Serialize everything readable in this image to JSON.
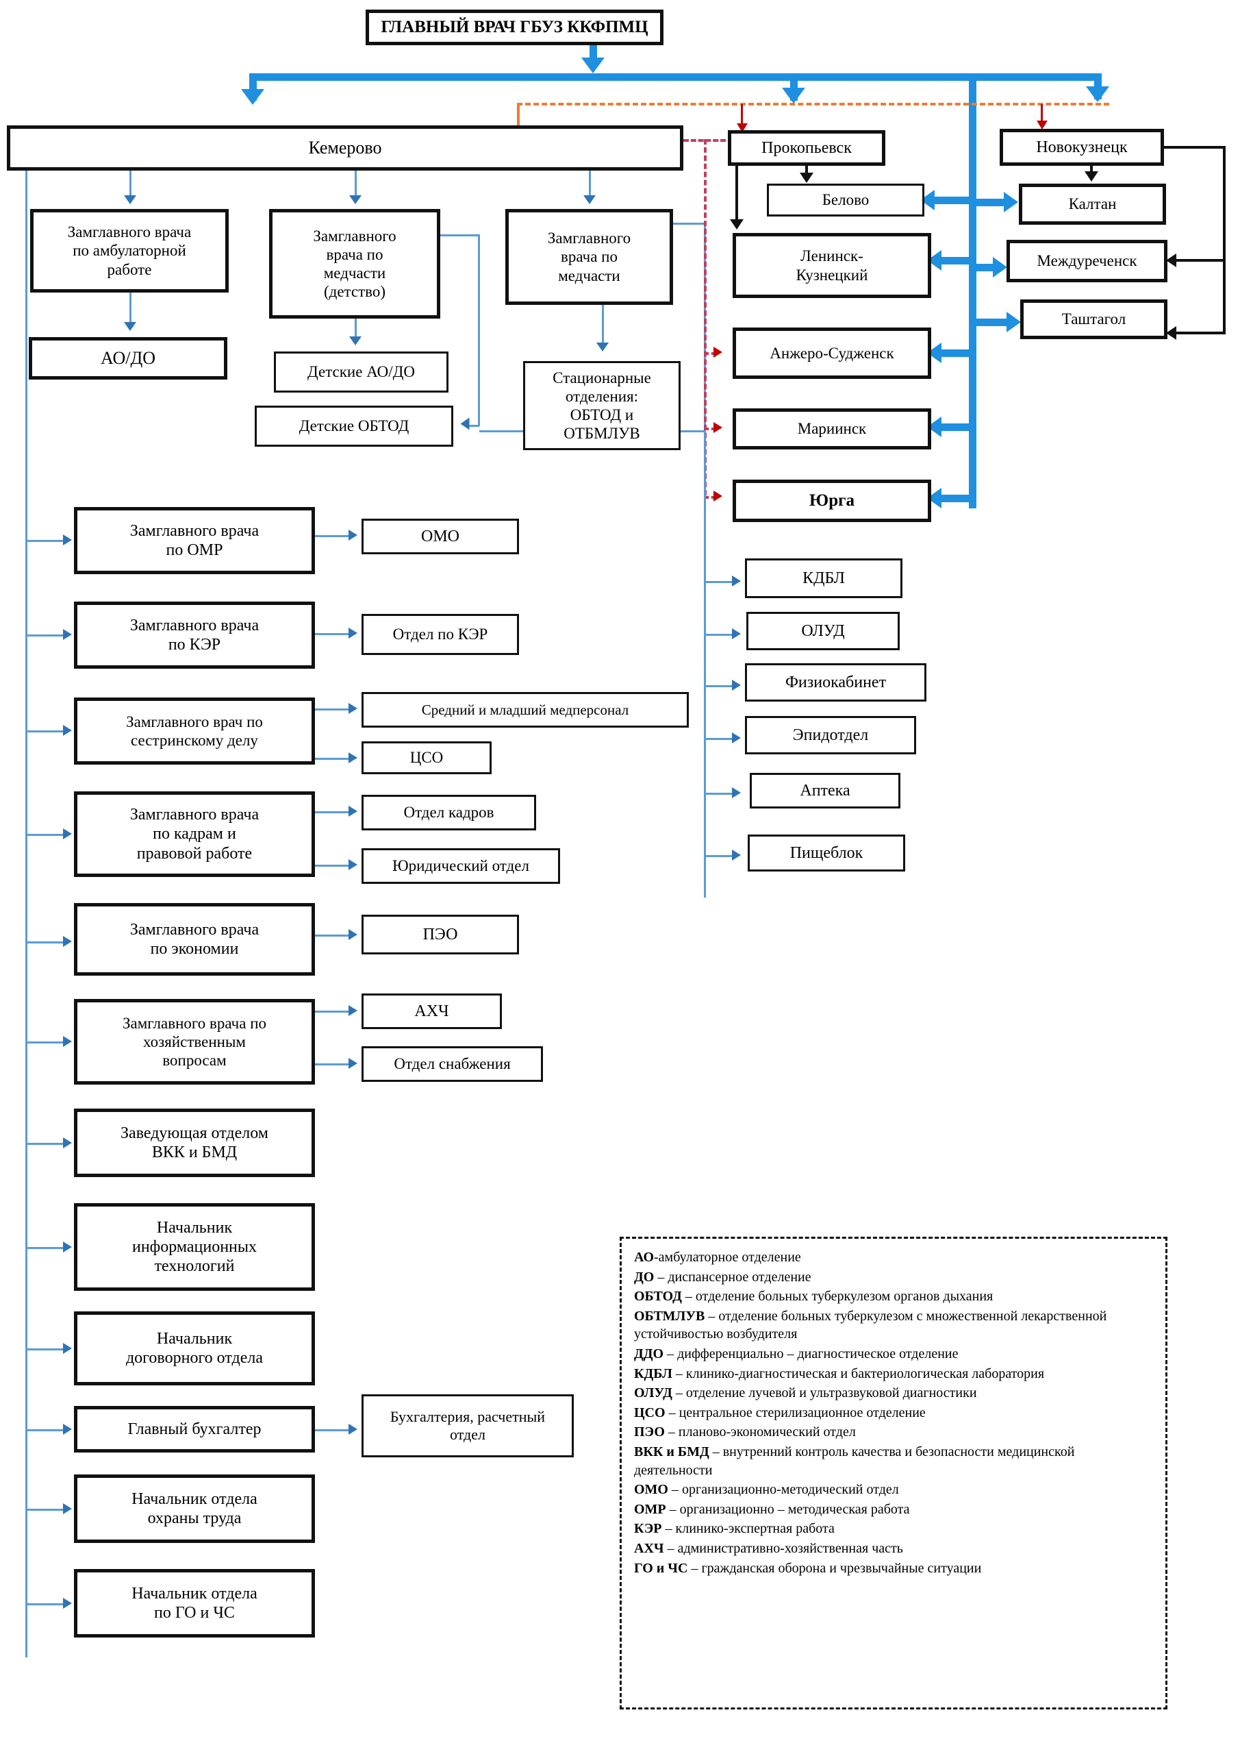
{
  "title_box": {
    "label": "ГЛАВНЫЙ ВРАЧ ГБУЗ ККФПМЦ"
  },
  "regions": {
    "kemerovo": "Кемерово",
    "prokopyevsk": "Прокопьевск",
    "novokuznetsk": "Новокузнецк"
  },
  "kemerovo_deputies": [
    {
      "label": "Замглавного врача\nпо амбулаторной\nработе"
    },
    {
      "label": "Замглавного\nврача по\nмедчасти\n(детство)"
    },
    {
      "label": "Замглавного\nврача по\nмедчасти"
    }
  ],
  "kemerovo_units": [
    {
      "label": "АО/ДО"
    },
    {
      "label": "Детские АО/ДО"
    },
    {
      "label": "Детские ОБТОД"
    },
    {
      "label": "Стационарные\nотделения:\nОБТОД и\nОТБМЛУВ"
    }
  ],
  "branch_cities_left": [
    {
      "label": "Белово"
    },
    {
      "label": "Ленинск-\nКузнецкий"
    },
    {
      "label": "Анжеро-Судженск"
    },
    {
      "label": "Мариинск"
    },
    {
      "label": "Юрга"
    }
  ],
  "branch_cities_right": [
    {
      "label": "Калтан"
    },
    {
      "label": "Междуреченск"
    },
    {
      "label": "Таштагол"
    }
  ],
  "deputy_column": [
    {
      "label": "Замглавного врача\nпо ОМР",
      "children": [
        "ОМО"
      ]
    },
    {
      "label": "Замглавного врача\nпо КЭР",
      "children": [
        "Отдел по КЭР"
      ]
    },
    {
      "label": "Замглавного врач по\nсестринскому делу",
      "children": [
        "Средний и младший медперсонал",
        "ЦСО"
      ]
    },
    {
      "label": "Замглавного врача\nпо кадрам и\nправовой работе",
      "children": [
        "Отдел кадров",
        "Юридический отдел"
      ]
    },
    {
      "label": "Замглавного врача\nпо экономии",
      "children": [
        "ПЭО"
      ]
    },
    {
      "label": "Замглавного врача по\nхозяйственным\nвопросам",
      "children": [
        "АХЧ",
        "Отдел снабжения"
      ]
    },
    {
      "label": "Заведующая отделом\nВКК и БМД",
      "children": []
    },
    {
      "label": "Начальник\nинформационных\nтехнологий",
      "children": []
    },
    {
      "label": "Начальник\nдоговорного отдела",
      "children": []
    },
    {
      "label": "Главный бухгалтер",
      "children": [
        "Бухгалтерия, расчетный\nотдел"
      ]
    },
    {
      "label": "Начальник отдела\nохраны труда",
      "children": []
    },
    {
      "label": "Начальник отдела\nпо ГО и ЧС",
      "children": []
    }
  ],
  "medical_services": [
    {
      "label": "КДБЛ"
    },
    {
      "label": "ОЛУД"
    },
    {
      "label": "Физиокабинет"
    },
    {
      "label": "Эпидотдел"
    },
    {
      "label": "Аптека"
    },
    {
      "label": "Пищеблок"
    }
  ],
  "legend": {
    "items": [
      {
        "abbr": "АО",
        "sep": "-",
        "text": "амбулаторное отделение"
      },
      {
        "abbr": "ДО",
        "sep": " – ",
        "text": "диспансерное отделение"
      },
      {
        "abbr": "ОБТОД",
        "sep": " – ",
        "text": "отделение больных туберкулезом органов дыхания"
      },
      {
        "abbr": "ОБТМЛУВ",
        "sep": " – ",
        "text": "отделение больных туберкулезом с множественной лекарственной устойчивостью возбудителя"
      },
      {
        "abbr": "ДДО",
        "sep": " – ",
        "text": "дифференциально – диагностическое отделение"
      },
      {
        "abbr": "КДБЛ",
        "sep": " – ",
        "text": "клинико-диагностическая и бактериологическая лаборатория"
      },
      {
        "abbr": "ОЛУД",
        "sep": " – ",
        "text": "отделение лучевой и ультразвуковой диагностики"
      },
      {
        "abbr": "ЦСО",
        "sep": " – ",
        "text": "центральное стерилизационное отделение"
      },
      {
        "abbr": "ПЭО",
        "sep": " – ",
        "text": "планово-экономический отдел"
      },
      {
        "abbr": "ВКК и БМД",
        "sep": " – ",
        "text": "внутренний контроль качества и безопасности медицинской деятельности"
      },
      {
        "abbr": "ОМО",
        "sep": " – ",
        "text": "организационно-методический отдел"
      },
      {
        "abbr": "ОМР",
        "sep": " – ",
        "text": "организационно – методическая работа"
      },
      {
        "abbr": "КЭР",
        "sep": " – ",
        "text": "клинико-экспертная работа"
      },
      {
        "abbr": "АХЧ",
        "sep": " – ",
        "text": "административно-хозяйственная часть"
      },
      {
        "abbr": "ГО и ЧС",
        "sep": " – ",
        "text": "гражданская оборона и чрезвычайные ситуации"
      }
    ]
  },
  "colors": {
    "thick_blue": "#1f8fe0",
    "light_blue": "#5b9bd5",
    "red": "#c00000",
    "orange_dashed": "#ed7d31",
    "pink_dashed": "#c0405c",
    "black": "#111111"
  }
}
